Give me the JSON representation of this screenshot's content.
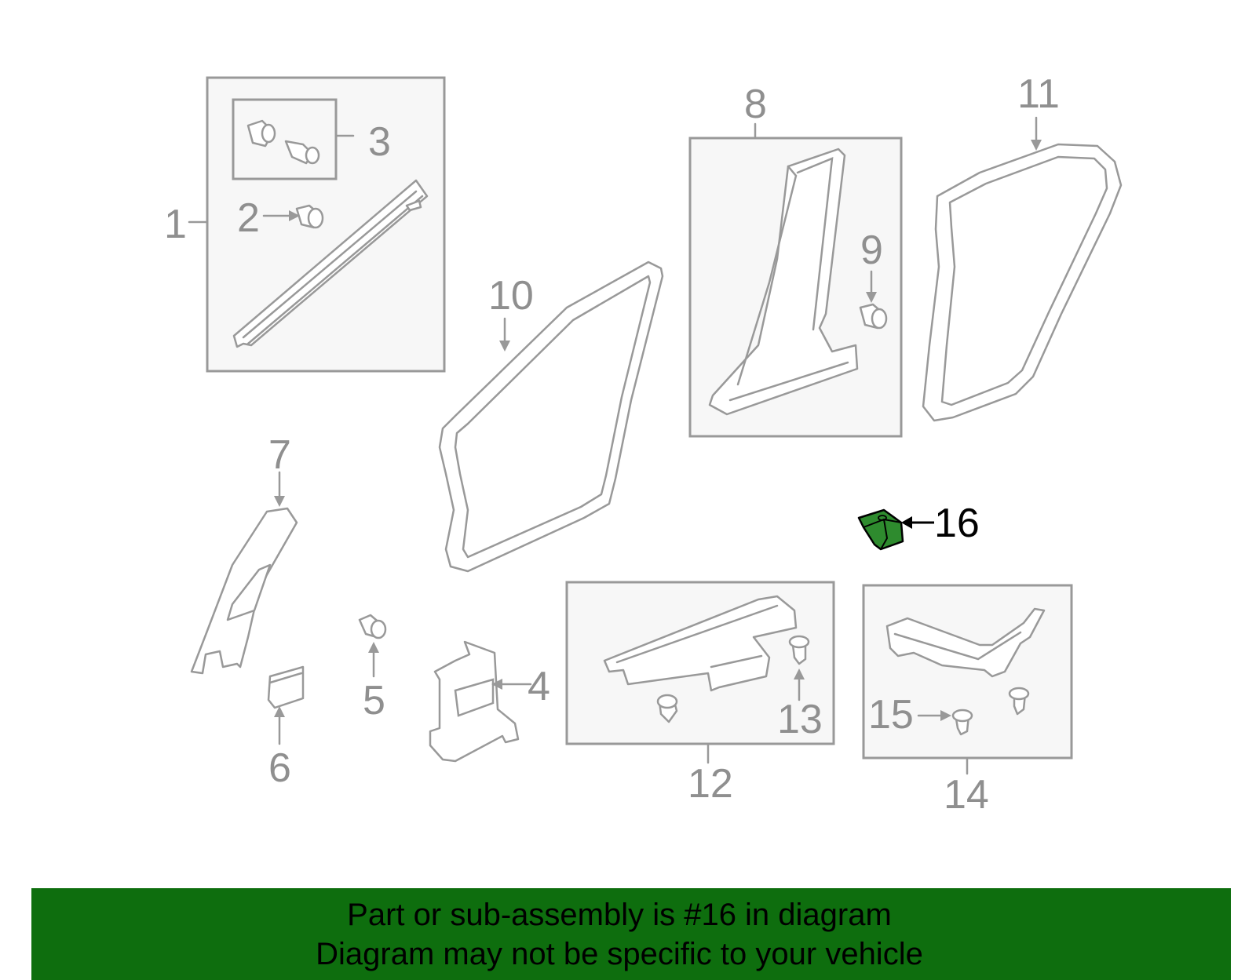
{
  "callouts": {
    "c1": "1",
    "c2": "2",
    "c3": "3",
    "c4": "4",
    "c5": "5",
    "c6": "6",
    "c7": "7",
    "c8": "8",
    "c9": "9",
    "c10": "10",
    "c11": "11",
    "c12": "12",
    "c13": "13",
    "c14": "14",
    "c15": "15",
    "c16": "16"
  },
  "highlighted_part": "16",
  "colors": {
    "highlight": "#2e8b2e",
    "footer_bg": "#0e6e0e",
    "line_gray": "#999999"
  },
  "footer": {
    "line1": "Part or sub-assembly is #16 in diagram",
    "line2": "Diagram may not be specific to your vehicle"
  }
}
